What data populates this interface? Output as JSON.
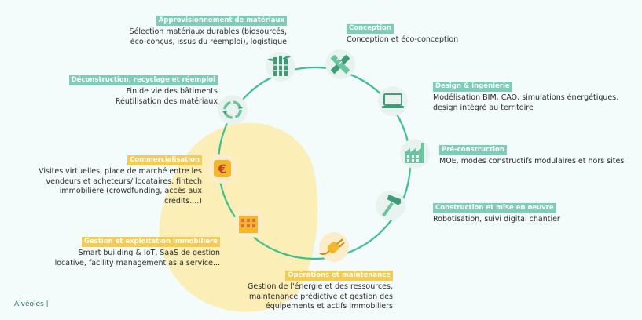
{
  "colors": {
    "ring": "#3cbf8f",
    "green_label": "#7fcdb8",
    "yellow_label": "#f5cb52",
    "blob": "#fbeeb6",
    "icon_green": "#3f9c78",
    "icon_yellow": "#f2b82a"
  },
  "brand": "Alvéoles  |",
  "stages": [
    {
      "id": "approvisionnement",
      "title": "Approvisionnement de matériaux",
      "lines": [
        "Sélection matériaux durables (biosourcés,",
        "éco-conçus, issus du réemploi), logistique"
      ],
      "icon": "bamboo-icon"
    },
    {
      "id": "conception",
      "title": "Conception",
      "lines": [
        "Conception et éco-conception"
      ],
      "icon": "ruler-pencil-icon"
    },
    {
      "id": "design",
      "title": "Design & ingénierie",
      "lines": [
        "Modélisation BIM, CAO, simulations énergétiques,",
        "design intégré au territoire"
      ],
      "icon": "laptop-icon"
    },
    {
      "id": "preconstruction",
      "title": "Pré-construction",
      "lines": [
        "MOE, modes constructifs modulaires et hors sites"
      ],
      "icon": "factory-icon"
    },
    {
      "id": "construction",
      "title": "Construction et mise en oeuvre",
      "lines": [
        "Robotisation, suivi digital chantier"
      ],
      "icon": "hammer-icon"
    },
    {
      "id": "operations",
      "title": "Opérations et maintenance",
      "lines": [
        "Gestion de l'énergie et des ressources,",
        "maintenance prédictive et gestion des",
        "équipements et actifs immobiliers"
      ],
      "icon": "plug-icon"
    },
    {
      "id": "gestion",
      "title": "Gestion et exploitation immobilière",
      "lines": [
        "Smart building & IoT, SaaS de gestion",
        "locative, facility management as a service..."
      ],
      "icon": "building-icon"
    },
    {
      "id": "commercialisation",
      "title": "Commercialisation",
      "lines": [
        "Visites virtuelles, place de marché entre les",
        "vendeurs et acheteurs/ locataires, fintech",
        "immobilière (crowdfunding, accès aux",
        "crédits....)"
      ],
      "icon": "euro-icon"
    },
    {
      "id": "deconstruction",
      "title": "Déconstruction, recyclage et réemploi",
      "lines": [
        "Fin de vie des bâtiments",
        "Réutilisation des matériaux"
      ],
      "icon": "recycle-icon"
    }
  ]
}
